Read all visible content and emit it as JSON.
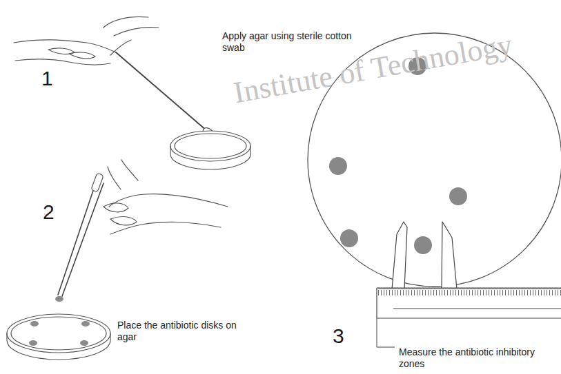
{
  "diagram": {
    "labels": [
      "Institute of Technology",
      "1",
      "Apply agar using sterile cotton swab",
      "2",
      "Place the antibiotic disks on agar",
      "3",
      "Measure the antibiotic inhibitory zones"
    ]
  }
}
